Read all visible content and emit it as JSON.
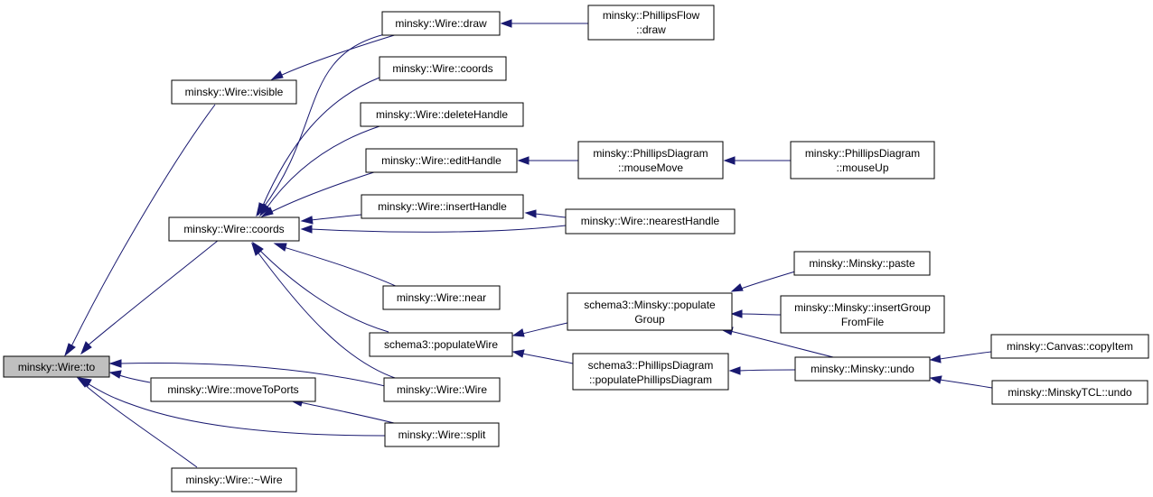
{
  "graph": {
    "edge_color": "#191970",
    "root_fill": "#bfbfbf",
    "nodes": [
      {
        "id": "to",
        "lines": [
          "minsky::Wire::to"
        ]
      },
      {
        "id": "visible",
        "lines": [
          "minsky::Wire::visible"
        ]
      },
      {
        "id": "coords_main",
        "lines": [
          "minsky::Wire::coords"
        ]
      },
      {
        "id": "moveToPorts",
        "lines": [
          "minsky::Wire::moveToPorts"
        ]
      },
      {
        "id": "dtor",
        "lines": [
          "minsky::Wire::~Wire"
        ]
      },
      {
        "id": "draw",
        "lines": [
          "minsky::Wire::draw"
        ]
      },
      {
        "id": "coords2",
        "lines": [
          "minsky::Wire::coords"
        ]
      },
      {
        "id": "deleteHandle",
        "lines": [
          "minsky::Wire::deleteHandle"
        ]
      },
      {
        "id": "editHandle",
        "lines": [
          "minsky::Wire::editHandle"
        ]
      },
      {
        "id": "insertHandle",
        "lines": [
          "minsky::Wire::insertHandle"
        ]
      },
      {
        "id": "near",
        "lines": [
          "minsky::Wire::near"
        ]
      },
      {
        "id": "populateWire",
        "lines": [
          "schema3::populateWire"
        ]
      },
      {
        "id": "wireCtor",
        "lines": [
          "minsky::Wire::Wire"
        ]
      },
      {
        "id": "split",
        "lines": [
          "minsky::Wire::split"
        ]
      },
      {
        "id": "phillipsFlowDraw",
        "lines": [
          "minsky::PhillipsFlow",
          "::draw"
        ]
      },
      {
        "id": "mouseMove",
        "lines": [
          "minsky::PhillipsDiagram",
          "::mouseMove"
        ]
      },
      {
        "id": "nearestHandle",
        "lines": [
          "minsky::Wire::nearestHandle"
        ]
      },
      {
        "id": "populateGroup",
        "lines": [
          "schema3::Minsky::populate",
          "Group"
        ]
      },
      {
        "id": "populatePhillips",
        "lines": [
          "schema3::PhillipsDiagram",
          "::populatePhillipsDiagram"
        ]
      },
      {
        "id": "mouseUp",
        "lines": [
          "minsky::PhillipsDiagram",
          "::mouseUp"
        ]
      },
      {
        "id": "paste",
        "lines": [
          "minsky::Minsky::paste"
        ]
      },
      {
        "id": "insertGroup",
        "lines": [
          "minsky::Minsky::insertGroup",
          "FromFile"
        ]
      },
      {
        "id": "undo",
        "lines": [
          "minsky::Minsky::undo"
        ]
      },
      {
        "id": "copyItem",
        "lines": [
          "minsky::Canvas::copyItem"
        ]
      },
      {
        "id": "tclUndo",
        "lines": [
          "minsky::MinskyTCL::undo"
        ]
      }
    ]
  }
}
